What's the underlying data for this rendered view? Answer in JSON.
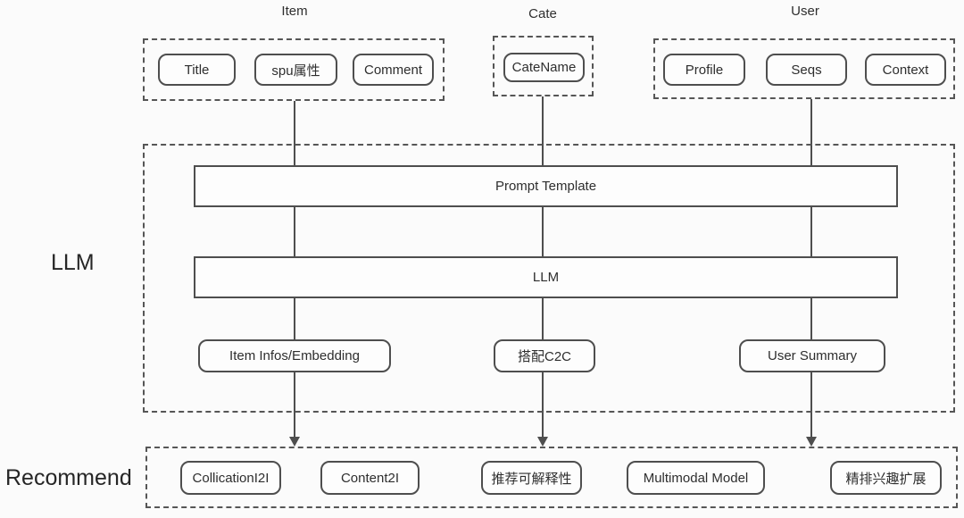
{
  "groups": [
    {
      "label": "Item",
      "items": [
        "Title",
        "spu属性",
        "Comment"
      ]
    },
    {
      "label": "Cate",
      "items": [
        "CateName"
      ]
    },
    {
      "label": "User",
      "items": [
        "Profile",
        "Seqs",
        "Context"
      ]
    }
  ],
  "llm": {
    "label": "LLM",
    "prompt_bar": "Prompt Template",
    "llm_bar": "LLM",
    "outputs": [
      "Item Infos/Embedding",
      "搭配C2C",
      "User Summary"
    ]
  },
  "recommend": {
    "label": "Recommend",
    "items": [
      "CollicationI2I",
      "Content2I",
      "推荐可解释性",
      "Multimodal Model",
      "精排兴趣扩展"
    ]
  },
  "colors": {
    "line": "#4e4e4e",
    "dashed_border": "#565656",
    "text": "#2e2e2e",
    "background": "#fbfbfb"
  }
}
